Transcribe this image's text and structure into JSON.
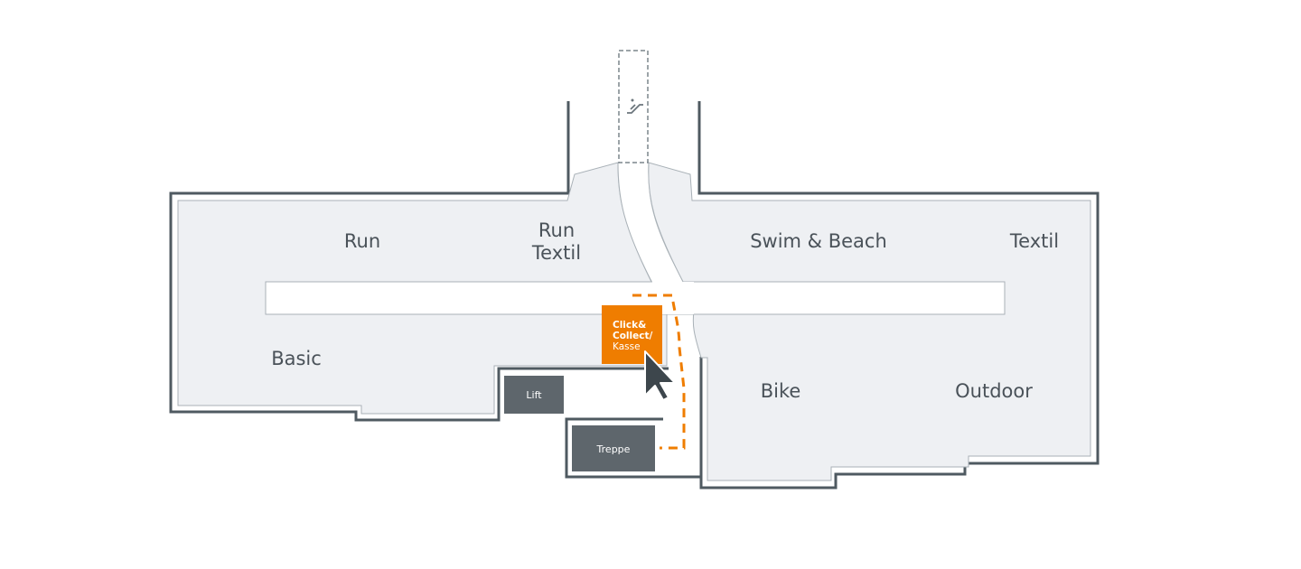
{
  "zones": {
    "run": "Run",
    "run_textil_line1": "Run",
    "run_textil_line2": "Textil",
    "swim_beach": "Swim & Beach",
    "textil": "Textil",
    "basic": "Basic",
    "bike": "Bike",
    "outdoor": "Outdoor"
  },
  "facilities": {
    "lift": "Lift",
    "stairs": "Treppe",
    "click_collect_line1": "Click&",
    "click_collect_line2": "Collect/",
    "click_collect_line3": "Kasse"
  },
  "icons": {
    "escalator": "escalator-icon",
    "cursor": "you-are-here-cursor-icon"
  },
  "colors": {
    "wall": "#4f5a61",
    "floor": "#eef0f3",
    "accent": "#ef7d00",
    "facility_box": "#5e666c"
  }
}
